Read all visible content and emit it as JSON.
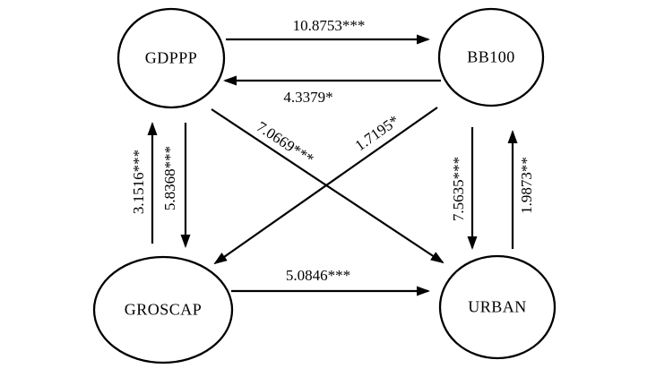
{
  "figure": {
    "background_color": "#ffffff",
    "ink_color": "#000000",
    "type": "causality-path-diagram"
  },
  "diagram": {
    "nodes": [
      {
        "id": "GDPPP",
        "label": "GDPPP"
      },
      {
        "id": "BB100",
        "label": "BB100"
      },
      {
        "id": "GROSCAP",
        "label": "GROSCAP"
      },
      {
        "id": "URBAN",
        "label": "URBAN"
      }
    ],
    "edges": [
      {
        "from": "GDPPP",
        "to": "BB100",
        "label": "10.8753***"
      },
      {
        "from": "BB100",
        "to": "GDPPP",
        "label": "4.3379*"
      },
      {
        "from": "GROSCAP",
        "to": "GDPPP",
        "label": "3.1516***"
      },
      {
        "from": "GDPPP",
        "to": "GROSCAP",
        "label": "5.8368***"
      },
      {
        "from": "GDPPP",
        "to": "URBAN",
        "label": "7.0669***"
      },
      {
        "from": "BB100",
        "to": "GROSCAP",
        "label": "1.7195*"
      },
      {
        "from": "BB100",
        "to": "URBAN",
        "label": "7.5635***"
      },
      {
        "from": "URBAN",
        "to": "BB100",
        "label": "1.9873**"
      },
      {
        "from": "GROSCAP",
        "to": "URBAN",
        "label": "5.0846***"
      }
    ]
  }
}
